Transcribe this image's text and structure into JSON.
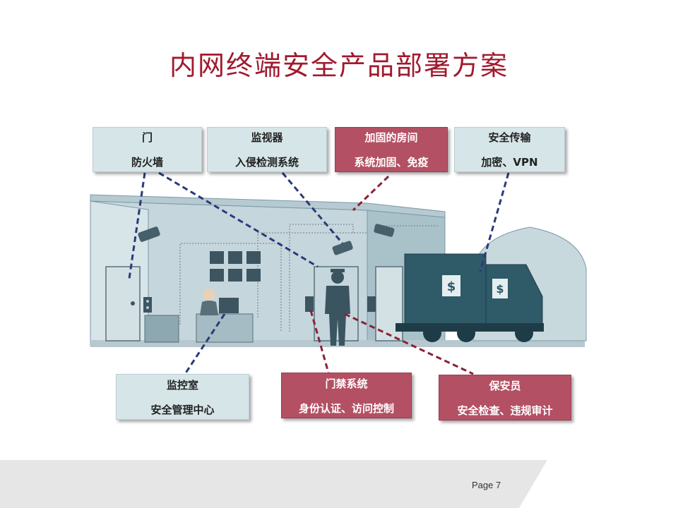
{
  "title": "内网终端安全产品部署方案",
  "labels": {
    "door": {
      "line1": "门",
      "line2": "防火墙"
    },
    "monitor": {
      "line1": "监视器",
      "line2": "入侵检测系统"
    },
    "room": {
      "line1": "加固的房间",
      "line2": "系统加固、免疫"
    },
    "transport": {
      "line1": "安全传输",
      "line2": "加密、VPN"
    },
    "control_room": {
      "line1": "监控室",
      "line2": "安全管理中心"
    },
    "access": {
      "line1": "门禁系统",
      "line2": "身份认证、访问控制"
    },
    "guard": {
      "line1": "保安员",
      "line2": "安全检查、违规审计"
    }
  },
  "truck_sign": "$",
  "page_number": "Page 7",
  "colors": {
    "title": "#a01a2e",
    "light_box": "#d6e6e8",
    "red_box": "#b45063",
    "blue_line": "#2b3a7a",
    "red_line": "#8a2236"
  },
  "icons": [
    "camera-icon",
    "door-icon",
    "truck-icon",
    "guard-icon",
    "operator-icon",
    "monitor-grid-icon"
  ]
}
